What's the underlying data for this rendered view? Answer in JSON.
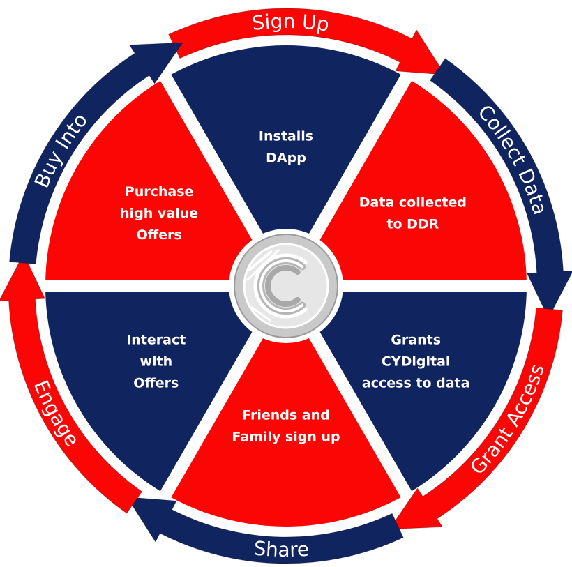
{
  "colors": {
    "red": "#fb0505",
    "navy": "#10245f",
    "gap": "#ffffff",
    "hub_outer": "#c9c9c9",
    "hub_inner": "#e6e6e6"
  },
  "hub": {
    "logo_icon": "c-coin-logo-icon"
  },
  "stages": [
    {
      "arrow": "Sign Up",
      "arrow_color": "red",
      "segment_color": "navy",
      "lines": [
        "Installs",
        "DApp"
      ]
    },
    {
      "arrow": "Collect Data",
      "arrow_color": "navy",
      "segment_color": "red",
      "lines": [
        "Data collected",
        "to DDR"
      ]
    },
    {
      "arrow": "Grant Access",
      "arrow_color": "red",
      "segment_color": "navy",
      "lines": [
        "Grants",
        "CYDigital",
        "access to data"
      ]
    },
    {
      "arrow": "Share",
      "arrow_color": "navy",
      "segment_color": "red",
      "lines": [
        "Friends and",
        "Family sign up"
      ]
    },
    {
      "arrow": "Engage",
      "arrow_color": "red",
      "segment_color": "navy",
      "lines": [
        "Interact",
        "with",
        "Offers"
      ]
    },
    {
      "arrow": "Buy Into",
      "arrow_color": "navy",
      "segment_color": "red",
      "lines": [
        "Purchase",
        "high value",
        "Offers"
      ]
    }
  ]
}
